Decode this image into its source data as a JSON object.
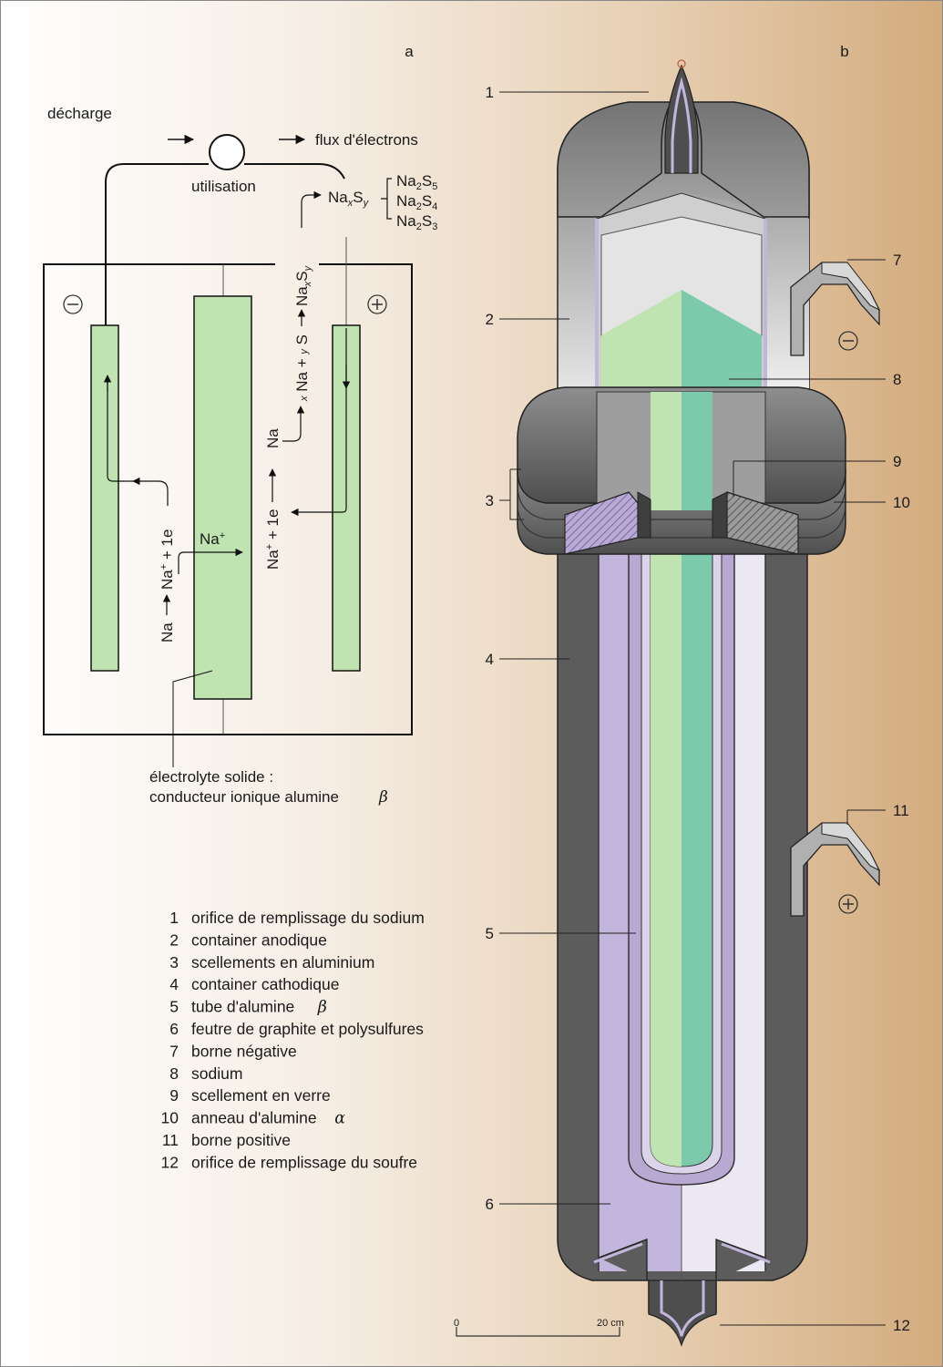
{
  "panels": {
    "a": "a",
    "b": "b"
  },
  "diagram_a": {
    "mode_label": "décharge",
    "load_label": "utilisation",
    "electron_flow_label": "flux d'électrons",
    "minus_sign": "−",
    "plus_sign": "+",
    "product_main": "NaxSy",
    "products": [
      "Na2S5",
      "Na2S4",
      "Na2S3"
    ],
    "vertical_reaction_right": "Na → xNa + yS → NaxSy",
    "vertical_left_na": "Na",
    "vertical_left_ion": "Na+ + 1e",
    "vertical_mid_ion": "Na+ + 1e",
    "center_ion": "Na+",
    "electrolyte_line1": "électrolyte solide :",
    "electrolyte_line2": "conducteur ionique alumine",
    "electrolyte_beta": "β"
  },
  "legend": [
    {
      "n": "1",
      "text": "orifice de remplissage du sodium"
    },
    {
      "n": "2",
      "text": "container anodique"
    },
    {
      "n": "3",
      "text": "scellements en aluminium"
    },
    {
      "n": "4",
      "text": "container cathodique"
    },
    {
      "n": "5",
      "text": "tube d'alumine",
      "symbol": "β"
    },
    {
      "n": "6",
      "text": "feutre de graphite et polysulfures"
    },
    {
      "n": "7",
      "text": "borne négative"
    },
    {
      "n": "8",
      "text": "sodium"
    },
    {
      "n": "9",
      "text": "scellement en verre"
    },
    {
      "n": "10",
      "text": "anneau d'alumine",
      "symbol": "α"
    },
    {
      "n": "11",
      "text": "borne positive"
    },
    {
      "n": "12",
      "text": "orifice de remplissage du soufre"
    }
  ],
  "callouts": [
    "1",
    "2",
    "3",
    "4",
    "5",
    "6",
    "7",
    "8",
    "9",
    "10",
    "11",
    "12"
  ],
  "scale": {
    "start": "0",
    "end": "20 cm"
  },
  "colors": {
    "electrode_green": "#bfe3b1",
    "sodium_teal": "#7dc9ac",
    "alumina_lavender": "#c3b6dc",
    "steel_dark": "#5f5f5f",
    "steel_light": "#d4d4d4",
    "background_tan": "#d4ad80"
  }
}
